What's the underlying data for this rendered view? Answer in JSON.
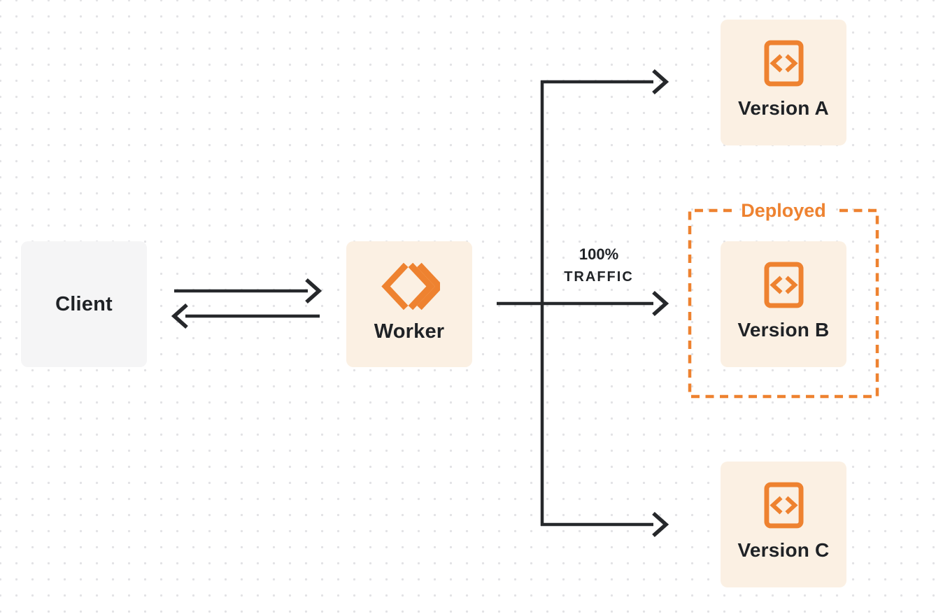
{
  "diagram": {
    "nodes": {
      "client": {
        "label": "Client"
      },
      "worker": {
        "label": "Worker"
      },
      "version_a": {
        "label": "Version A"
      },
      "version_b": {
        "label": "Version B"
      },
      "version_c": {
        "label": "Version C"
      }
    },
    "annotations": {
      "deployed_label": "Deployed",
      "traffic_percent": "100%",
      "traffic_word": "TRAFFIC"
    },
    "icons": {
      "worker_icon": "workers-logo-icon",
      "version_icon": "code-file-icon"
    }
  },
  "colors": {
    "orange": "#EE8230",
    "cream": "#FBF0E3",
    "gray_box": "#F5F5F6",
    "text_dark": "#1F2226",
    "arrow": "#26282B",
    "dot": "#E2E2E5",
    "bg": "#FFFFFF"
  }
}
